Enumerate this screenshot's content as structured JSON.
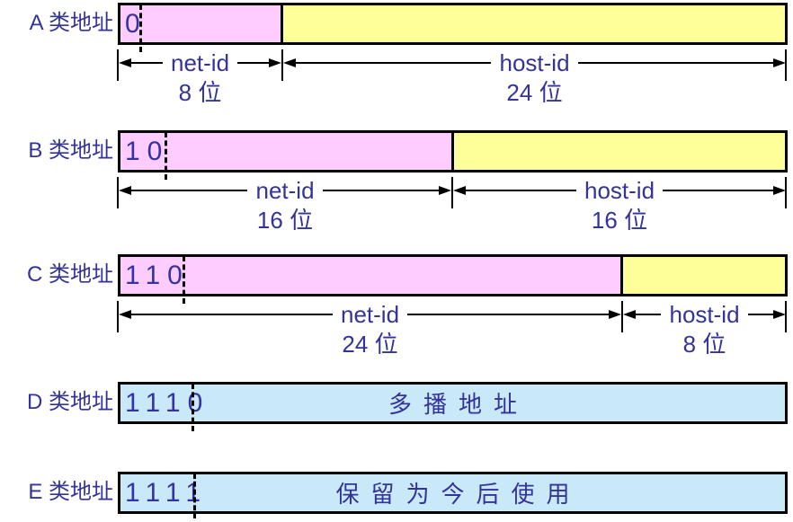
{
  "title": "IP address classes diagram",
  "colors": {
    "net_id_fill": "#FFCCFF",
    "host_id_fill": "#FFFF99",
    "special_fill": "#C9E9F8",
    "text": "#333399",
    "outline": "#000000"
  },
  "rows": [
    {
      "label": "A 类地址",
      "prefix": "0",
      "net": {
        "name": "net-id",
        "bits": "8 位"
      },
      "host": {
        "name": "host-id",
        "bits": "24 位"
      }
    },
    {
      "label": "B 类地址",
      "prefix": "10",
      "net": {
        "name": "net-id",
        "bits": "16 位"
      },
      "host": {
        "name": "host-id",
        "bits": "16 位"
      }
    },
    {
      "label": "C 类地址",
      "prefix": "110",
      "net": {
        "name": "net-id",
        "bits": "24 位"
      },
      "host": {
        "name": "host-id",
        "bits": "8 位"
      }
    },
    {
      "label": "D 类地址",
      "prefix": "1110",
      "content": "多播地址"
    },
    {
      "label": "E 类地址",
      "prefix": "1111",
      "content": "保留为今后使用"
    }
  ]
}
